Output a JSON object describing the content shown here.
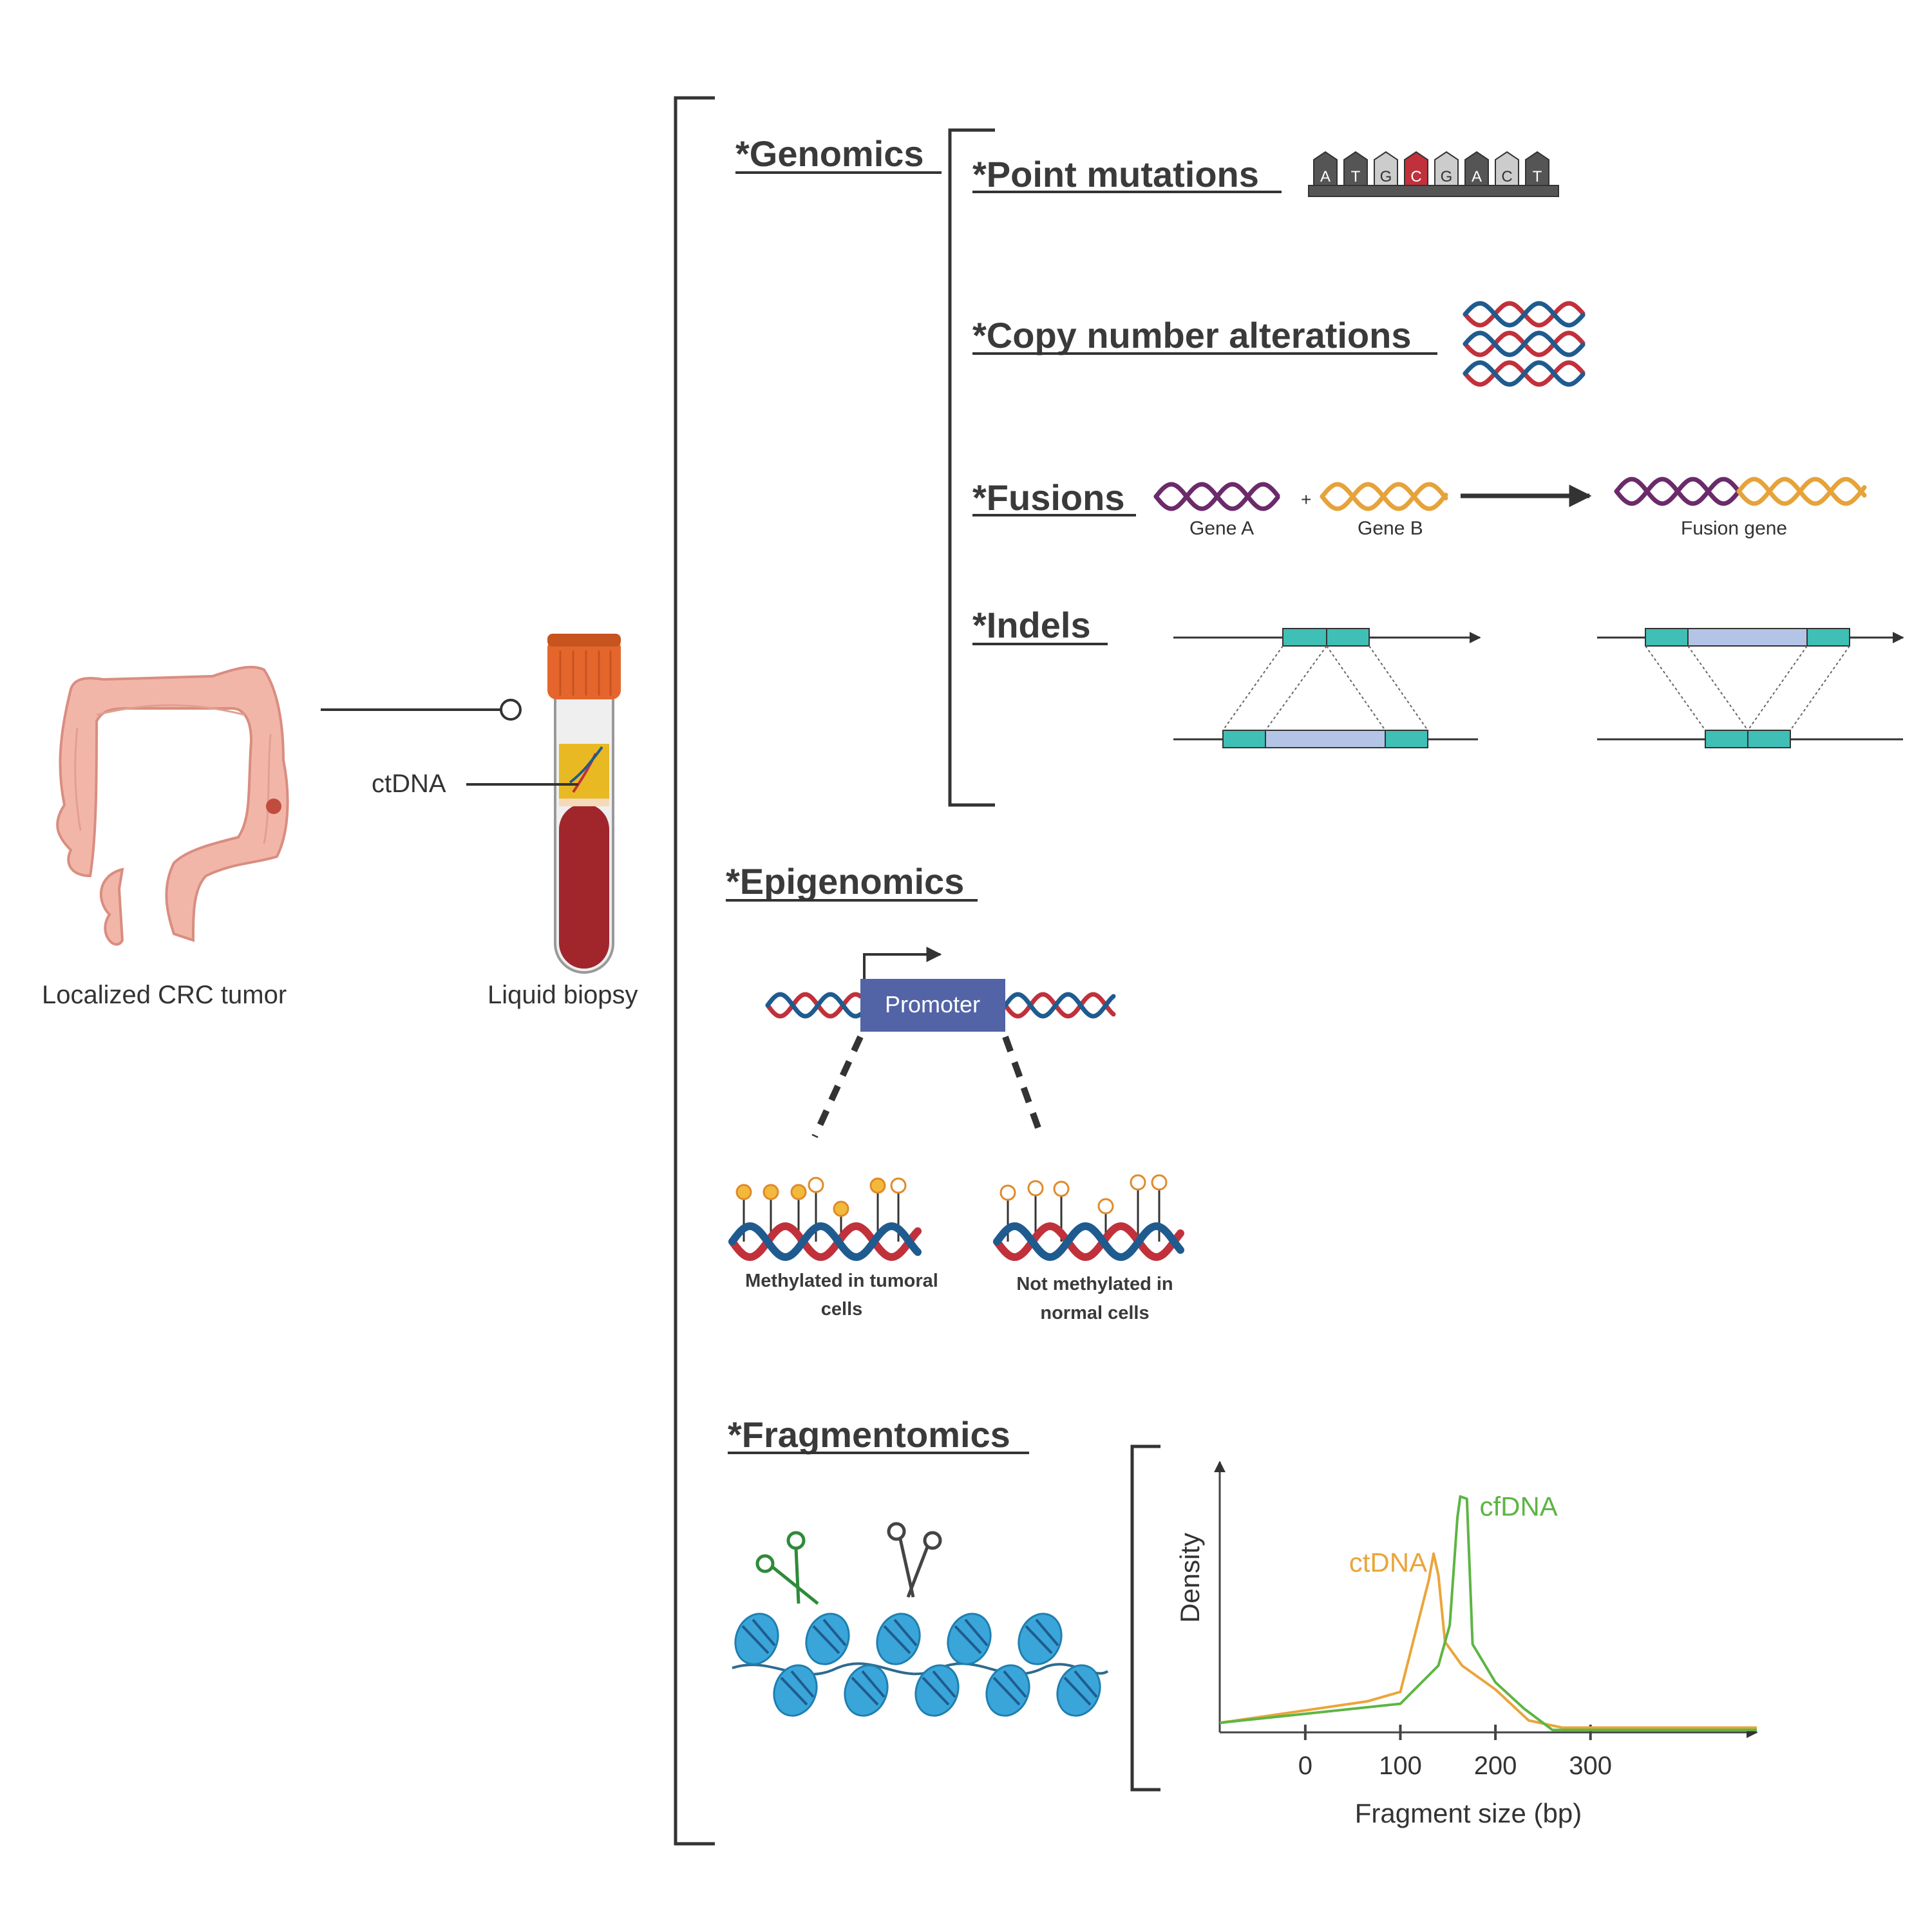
{
  "left_panel": {
    "tumor_label": "Localized CRC tumor",
    "biopsy_label": "Liquid biopsy",
    "ctdna_label": "ctDNA"
  },
  "genomics": {
    "heading": "*Genomics",
    "point_mutations": {
      "heading": "*Point mutations",
      "bases": [
        "A",
        "T",
        "G",
        "C",
        "G",
        "A",
        "C",
        "T"
      ]
    },
    "copy_number": {
      "heading": "*Copy number alterations"
    },
    "fusions": {
      "heading": "*Fusions",
      "plus": "+",
      "gene_a": "Gene A",
      "gene_b": "Gene B",
      "fusion_gene": "Fusion gene"
    },
    "indels": {
      "heading": "*Indels"
    }
  },
  "epigenomics": {
    "heading": "*Epigenomics",
    "promoter": "Promoter",
    "methylated_line1": "Methylated in tumoral",
    "methylated_line2": "cells",
    "not_methylated_line1": "Not methylated in",
    "not_methylated_line2": "normal cells"
  },
  "fragmentomics": {
    "heading": "*Fragmentomics"
  },
  "chart_data": {
    "type": "line",
    "xlabel": "Fragment size (bp)",
    "ylabel": "Density",
    "x_ticks": [
      "0",
      "100",
      "200",
      "300"
    ],
    "x_tick_values": [
      0,
      100,
      200,
      300
    ],
    "xlim": [
      -90,
      475
    ],
    "ylim": [
      0,
      1
    ],
    "series": [
      {
        "name": "ctDNA",
        "color": "#eaa53a",
        "x": [
          -90,
          65,
          100,
          130,
          135,
          140,
          147,
          165,
          200,
          235,
          270,
          475
        ],
        "y": [
          0.04,
          0.13,
          0.17,
          0.64,
          0.75,
          0.66,
          0.38,
          0.28,
          0.18,
          0.05,
          0.02,
          0.02
        ]
      },
      {
        "name": "cfDNA",
        "color": "#5db544",
        "x": [
          -90,
          100,
          140,
          152,
          160,
          163,
          170,
          176,
          200,
          230,
          260,
          475
        ],
        "y": [
          0.04,
          0.12,
          0.28,
          0.45,
          0.9,
          0.99,
          0.98,
          0.37,
          0.21,
          0.1,
          0.01,
          0.01
        ]
      }
    ]
  },
  "colors": {
    "dna_red": "#c0313b",
    "dna_blue": "#1f5b8f",
    "purple": "#6b2b6b",
    "orange": "#e6a33a",
    "teal": "#3fbfb5",
    "lightblue": "#b3c4e6",
    "promoter": "#5264a6",
    "colon": "#f2b6a8",
    "blood": "#a0262c",
    "cap": "#e4662d",
    "nucleosome": "#3aa5d9"
  },
  "icons": [
    "colon-illustration",
    "blood-tube-icon",
    "dna-helix-icon",
    "scissors-icon",
    "nucleosome-icon"
  ]
}
